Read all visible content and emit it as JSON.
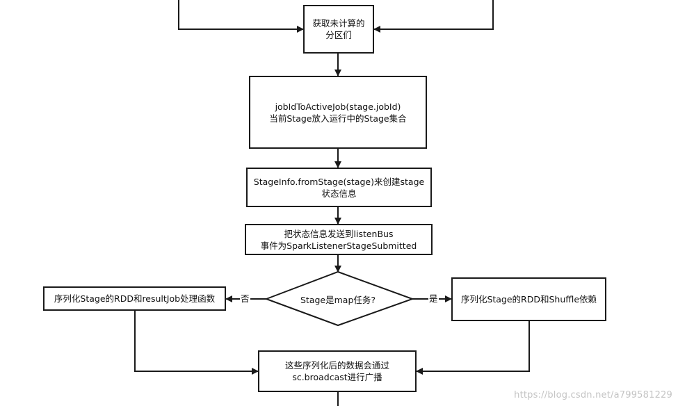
{
  "nodes": {
    "get_partitions": {
      "line1": "获取未计算的",
      "line2": "分区们"
    },
    "active_job": {
      "line1": "jobIdToActiveJob(stage.jobId)",
      "line2": "当前Stage放入运行中的Stage集合"
    },
    "stage_info": {
      "line1": "StageInfo.fromStage(stage)来创建stage",
      "line2": "状态信息"
    },
    "listen_bus": {
      "line1": "把状态信息发送到listenBus",
      "line2": "事件为SparkListenerStageSubmitted"
    },
    "decision": {
      "label": "Stage是map任务?"
    },
    "serialize_result": {
      "label": "序列化Stage的RDD和resultJob处理函数"
    },
    "serialize_shuffle": {
      "label": "序列化Stage的RDD和Shuffle依赖"
    },
    "broadcast": {
      "line1": "这些序列化后的数据会通过",
      "line2": "sc.broadcast进行广播"
    }
  },
  "edges": {
    "no_label": "否",
    "yes_label": "是"
  },
  "watermark": "https://blog.csdn.net/a799581229"
}
